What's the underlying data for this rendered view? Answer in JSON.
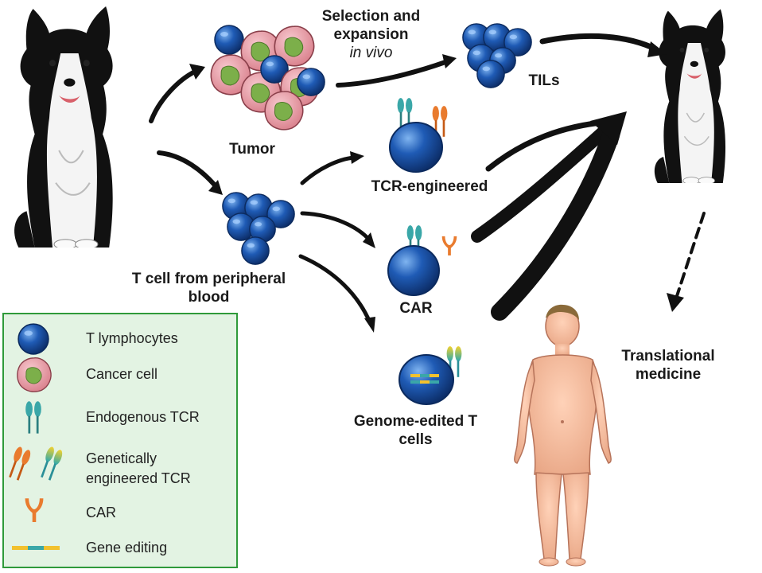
{
  "labels": {
    "selection_line1": "Selection and",
    "selection_line2": "expansion",
    "selection_line3": "in vivo",
    "tils": "TILs",
    "tumor": "Tumor",
    "tcr_engineered": "TCR-engineered",
    "car": "CAR",
    "tcell_line1": "T cell from peripheral",
    "tcell_line2": "blood",
    "genome_line1": "Genome-edited T",
    "genome_line2": "cells",
    "translational_line1": "Translational",
    "translational_line2": "medicine"
  },
  "legend": {
    "t_lymphocytes": "T lymphocytes",
    "cancer_cell": "Cancer cell",
    "endogenous_tcr": "Endogenous TCR",
    "genetically_line1": "Genetically",
    "genetically_line2": "engineered TCR",
    "car": "CAR",
    "gene_editing": "Gene editing"
  },
  "colors": {
    "t_cell_blue": "#1f5bb5",
    "cancer_pink": "#e8a0a8",
    "cancer_nucleus": "#7caf4a",
    "tcr_teal": "#3aa7a8",
    "engineered_orange": "#e97b2e",
    "gene_edit_yellow": "#f2c12e",
    "legend_bg": "#e3f3e3",
    "legend_border": "#2f9a3a"
  },
  "icons": [
    "dog-icon",
    "human-body-icon",
    "t-cell-icon",
    "cancer-cell-icon",
    "tcr-icon",
    "car-receptor-icon",
    "gene-editing-icon"
  ]
}
